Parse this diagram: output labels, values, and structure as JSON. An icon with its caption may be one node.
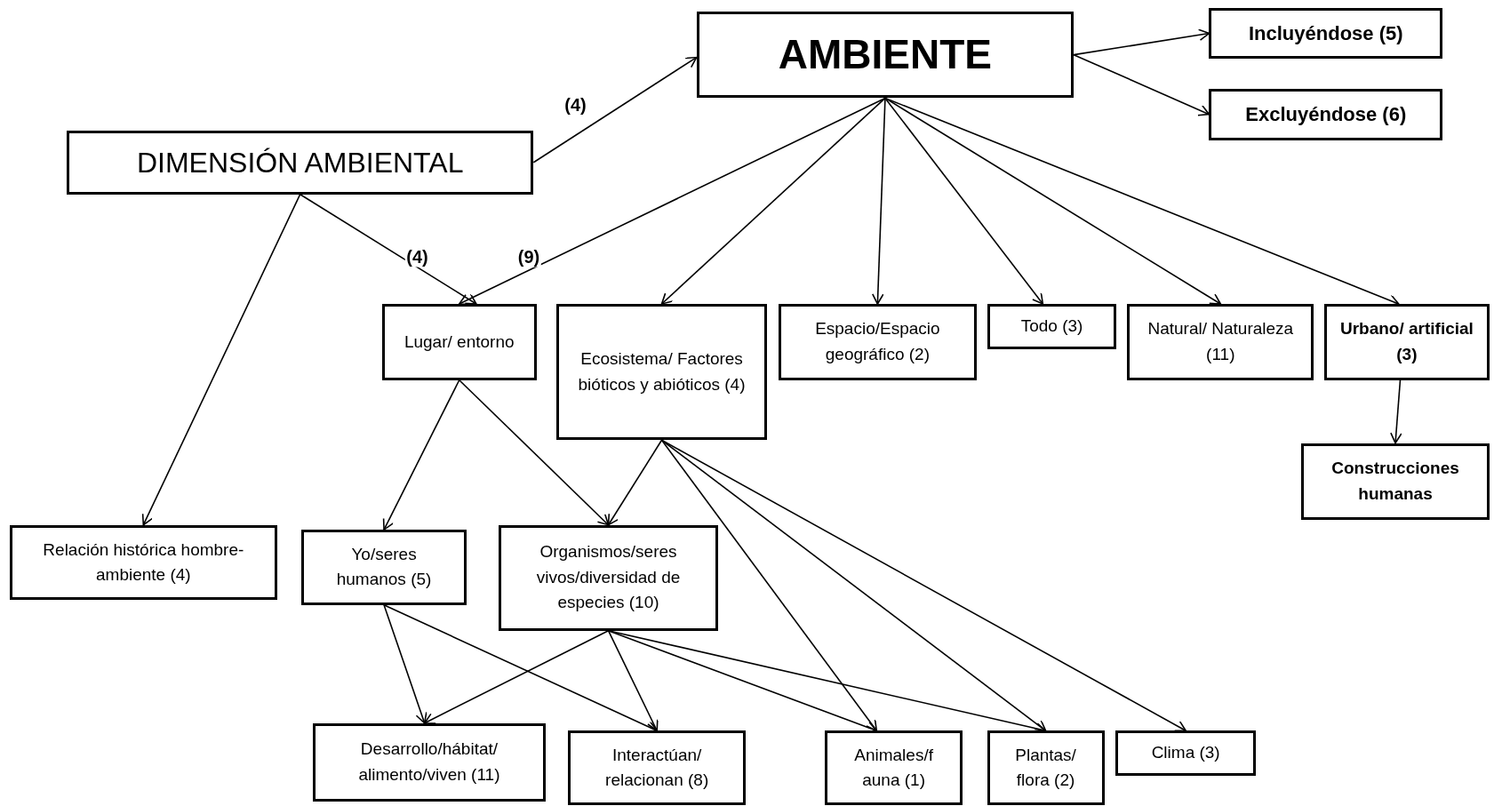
{
  "diagram": {
    "nodes": [
      {
        "text": [
          "AMBIENTE"
        ]
      },
      {
        "text": [
          "Incluyéndose (5)"
        ]
      },
      {
        "text": [
          "Excluyéndose (6)"
        ]
      },
      {
        "text": [
          "DIMENSIÓN AMBIENTAL"
        ]
      },
      {
        "text": [
          "Lugar/ entorno"
        ]
      },
      {
        "text": [
          "Ecosistema/ Factores bióticos y abióticos (4)"
        ]
      },
      {
        "text": [
          "Espacio/Espacio geográfico (2)"
        ]
      },
      {
        "text": [
          "Todo (3)"
        ]
      },
      {
        "text": [
          "Natural/ Naturaleza (11)"
        ]
      },
      {
        "text": [
          "Urbano/ artificial (3)"
        ]
      },
      {
        "text": [
          "Construcciones humanas"
        ]
      },
      {
        "text": [
          "Relación histórica hombre-ambiente (4)"
        ]
      },
      {
        "text": [
          "Yo/seres humanos (5)"
        ]
      },
      {
        "text": [
          "Organismos/seres vivos/diversidad de especies (10)"
        ]
      },
      {
        "text": [
          "Desarrollo/hábitat/ alimento/viven (11)"
        ]
      },
      {
        "text": [
          "Interactúan/ relacionan (8)"
        ]
      },
      {
        "text": [
          "Animales/f auna (1)"
        ]
      },
      {
        "text": [
          "Plantas/ flora (2)"
        ]
      },
      {
        "text": [
          "Clima (3)"
        ]
      }
    ],
    "edges": [
      {
        "from": 3,
        "to": 0,
        "arrow": "to",
        "label": "(4)"
      },
      {
        "from": 0,
        "to": 1,
        "arrow": "to"
      },
      {
        "from": 0,
        "to": 2,
        "arrow": "to"
      },
      {
        "from": 0,
        "to": 4,
        "arrow": "to",
        "label": "(9)"
      },
      {
        "from": 0,
        "to": 5,
        "arrow": "to"
      },
      {
        "from": 0,
        "to": 6,
        "arrow": "to"
      },
      {
        "from": 0,
        "to": 7,
        "arrow": "to"
      },
      {
        "from": 0,
        "to": 8,
        "arrow": "to"
      },
      {
        "from": 0,
        "to": 9,
        "arrow": "to"
      },
      {
        "from": 3,
        "to": 4,
        "arrow": "to",
        "label": "(4)"
      },
      {
        "from": 3,
        "to": 11,
        "arrow": "to"
      },
      {
        "from": 9,
        "to": 10,
        "arrow": "to"
      },
      {
        "from": 4,
        "to": 12,
        "arrow": "to"
      },
      {
        "from": 4,
        "to": 13,
        "arrow": "to"
      },
      {
        "from": 5,
        "to": 13,
        "arrow": "to"
      },
      {
        "from": 5,
        "to": 16,
        "arrow": "to"
      },
      {
        "from": 5,
        "to": 17,
        "arrow": "to"
      },
      {
        "from": 5,
        "to": 18,
        "arrow": "to"
      },
      {
        "from": 12,
        "to": 14,
        "arrow": "to"
      },
      {
        "from": 12,
        "to": 15,
        "arrow": "to"
      },
      {
        "from": 13,
        "to": 14,
        "arrow": "to"
      },
      {
        "from": 13,
        "to": 15,
        "arrow": "to"
      },
      {
        "from": 13,
        "to": 16,
        "arrow": "to"
      },
      {
        "from": 13,
        "to": 17,
        "arrow": "to"
      }
    ]
  }
}
